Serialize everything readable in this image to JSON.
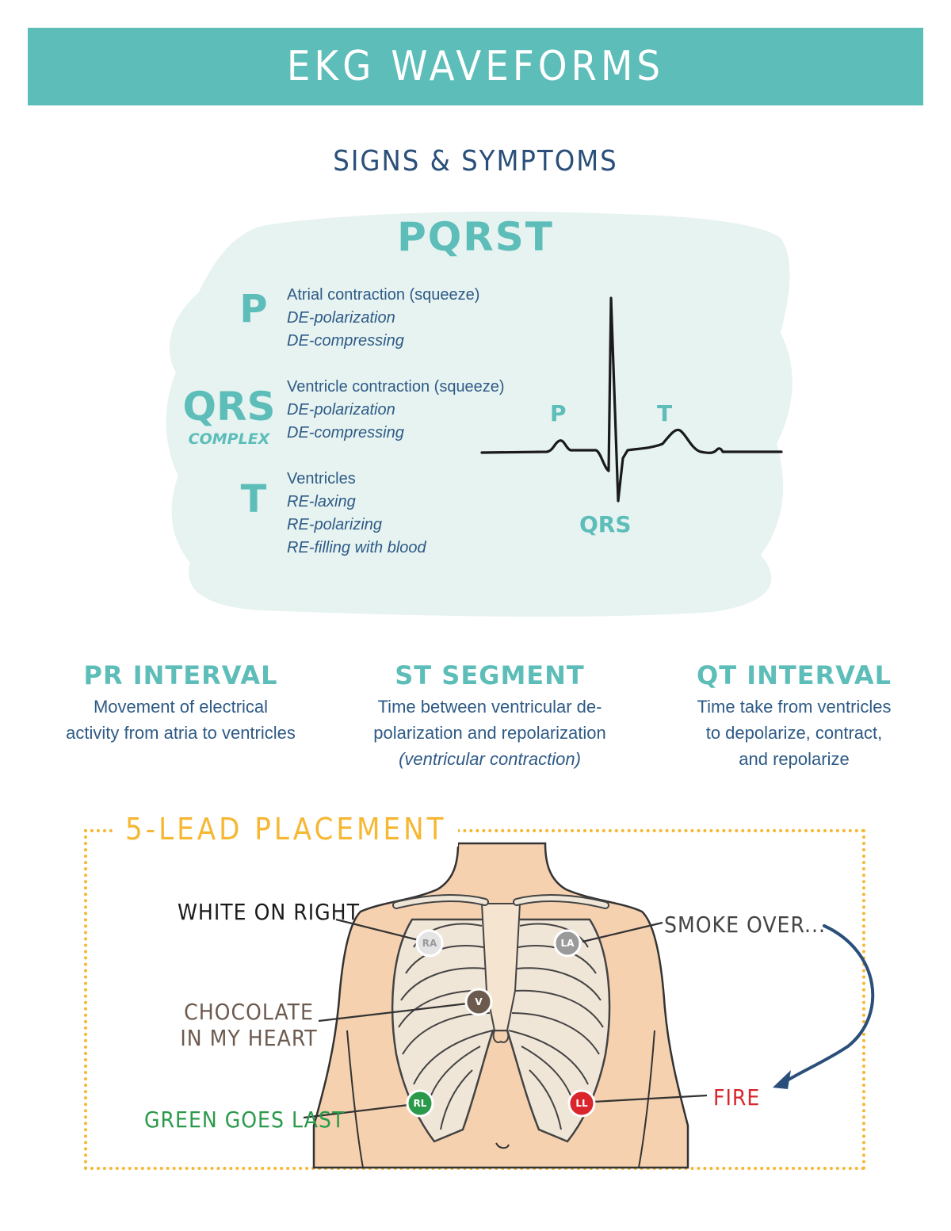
{
  "header": {
    "title": "EKG WAVEFORMS"
  },
  "subtitle": "SIGNS & SYMPTOMS",
  "pqrst": {
    "title": "PQRST",
    "waves": [
      {
        "letter": "P",
        "lines": [
          "Atrial contraction (squeeze)",
          "DE-polarization",
          "DE-compressing"
        ]
      },
      {
        "letter": "QRS",
        "sub": "COMPLEX",
        "lines": [
          "Ventricle contraction (squeeze)",
          "DE-polarization",
          "DE-compressing"
        ]
      },
      {
        "letter": "T",
        "lines": [
          "Ventricles",
          "RE-laxing",
          "RE-polarizing",
          "RE-filling with blood"
        ]
      }
    ],
    "ekg_labels": {
      "p": "P",
      "t": "T",
      "qrs": "QRS"
    }
  },
  "intervals": [
    {
      "title": "PR INTERVAL",
      "lines": [
        "Movement of electrical",
        "activity from atria to ventricles"
      ]
    },
    {
      "title": "ST SEGMENT",
      "lines": [
        "Time between ventricular de-",
        "polarization and repolarization"
      ],
      "note": "(ventricular contraction)"
    },
    {
      "title": "QT INTERVAL",
      "lines": [
        "Time take from ventricles",
        "to depolarize, contract,",
        "and repolarize"
      ]
    }
  ],
  "placement": {
    "title": "5-LEAD PLACEMENT",
    "callouts": {
      "white": "WHITE ON RIGHT",
      "smoke": "SMOKE OVER...",
      "chocolate_1": "CHOCOLATE",
      "chocolate_2": "IN MY HEART",
      "green": "GREEN GOES LAST",
      "fire": "FIRE"
    },
    "leads": {
      "ra": "RA",
      "la": "LA",
      "v": "V",
      "rl": "RL",
      "ll": "LL"
    }
  },
  "colors": {
    "banner": "#5cbdb9",
    "teal": "#5cbdb9",
    "navy": "#2e5a86",
    "orange": "#f6b733",
    "wash": "#e6f3f1",
    "skin": "#f5d1b0",
    "bone": "#f0e6d8",
    "ra": "#e4e4e4",
    "la": "#9a9a9a",
    "v": "#6d5a4e",
    "rl": "#2a9a4a",
    "ll": "#d9252b",
    "chocolate": "#6d5a4e",
    "green": "#2a9a4a",
    "fire": "#d9252b"
  }
}
